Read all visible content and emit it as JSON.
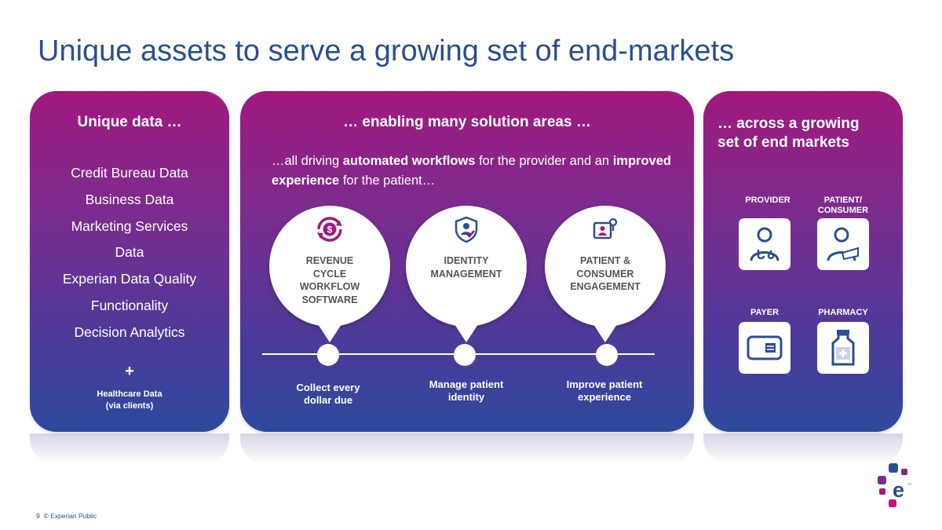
{
  "title": "Unique assets to serve a growing set of end-markets",
  "panel_left": {
    "title": "Unique data …",
    "items": [
      "Credit Bureau Data",
      "Business Data",
      "Marketing Services",
      "Data",
      "Experian Data Quality",
      "Functionality",
      "Decision Analytics"
    ],
    "plus": "+",
    "healthcare_line1": "Healthcare Data",
    "healthcare_line2": "(via clients)"
  },
  "panel_middle": {
    "title": "… enabling many solution areas …",
    "sub_part1": "…all driving ",
    "sub_bold1": "automated workflows",
    "sub_part2": " for the provider and an ",
    "sub_bold2": "improved experience",
    "sub_part3": " for the patient…",
    "bubbles": [
      {
        "icon": "dollar-cycle-icon",
        "lines": [
          "REVENUE",
          "CYCLE",
          "WORKFLOW",
          "SOFTWARE"
        ]
      },
      {
        "icon": "shield-person-icon",
        "lines": [
          "IDENTITY",
          "MANAGEMENT"
        ]
      },
      {
        "icon": "engagement-icon",
        "lines": [
          "PATIENT &",
          "CONSUMER",
          "ENGAGEMENT"
        ]
      }
    ],
    "timeline": [
      {
        "line1": "Collect every",
        "line2": "dollar due"
      },
      {
        "line1": "Manage patient",
        "line2": "identity"
      },
      {
        "line1": "Improve patient",
        "line2": "experience"
      }
    ]
  },
  "panel_right": {
    "title_line1": "… across a growing",
    "title_line2": "set of end markets",
    "markets": [
      {
        "label1": "",
        "label2": "PROVIDER",
        "icon": "doctor-icon"
      },
      {
        "label1": "PATIENT/",
        "label2": "CONSUMER",
        "icon": "patient-icon"
      },
      {
        "label1": "",
        "label2": "PAYER",
        "icon": "card-icon"
      },
      {
        "label1": "",
        "label2": "PHARMACY",
        "icon": "medicine-bottle-icon"
      }
    ]
  },
  "footer": {
    "page": "9",
    "text": "© Experian Public"
  },
  "colors": {
    "title": "#2a4f8f",
    "magenta": "#a1197e",
    "purple": "#7c2c8e",
    "blue": "#2e4a9e",
    "icon_blue": "#2a4f8f"
  }
}
